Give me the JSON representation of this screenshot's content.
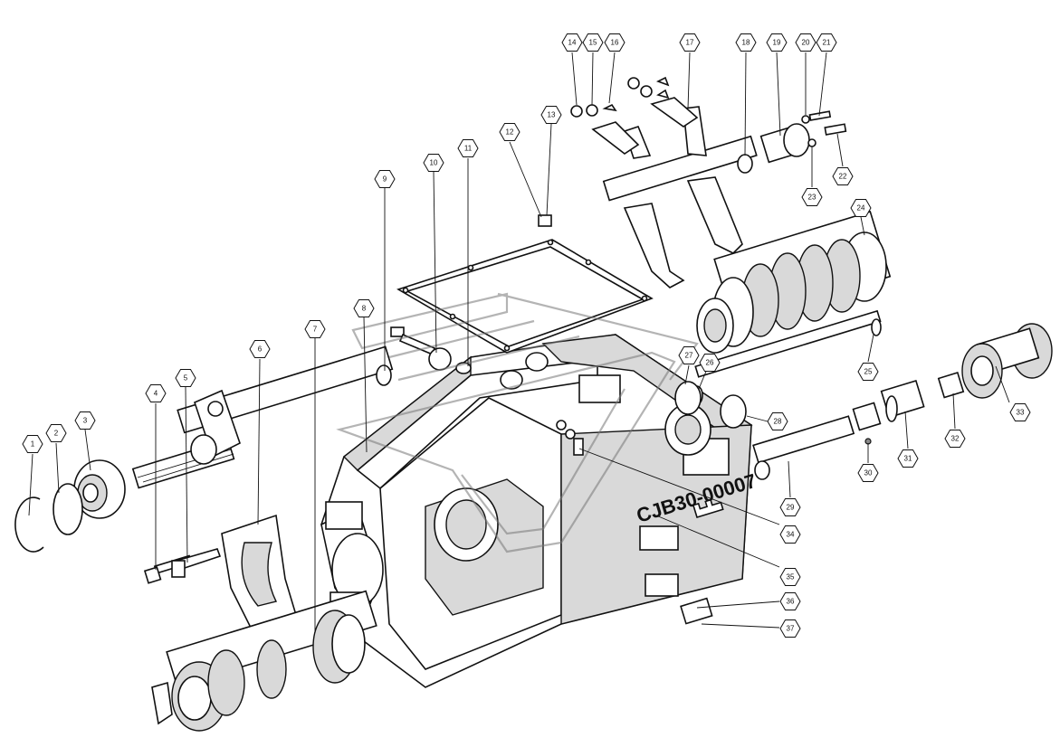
{
  "diagram": {
    "housing_marking": "CJB30-00007",
    "callouts": [
      "1",
      "2",
      "3",
      "4",
      "5",
      "6",
      "7",
      "8",
      "9",
      "10",
      "11",
      "12",
      "13",
      "14",
      "15",
      "16",
      "17",
      "18",
      "19",
      "20",
      "21",
      "22",
      "23",
      "24",
      "25",
      "26",
      "27",
      "28",
      "29",
      "30",
      "31",
      "32",
      "33",
      "34",
      "35",
      "36",
      "37"
    ]
  },
  "colors": {
    "line": "#111111",
    "shading": "#d9d9d9",
    "watermark": "#777777",
    "background": "#ffffff"
  }
}
